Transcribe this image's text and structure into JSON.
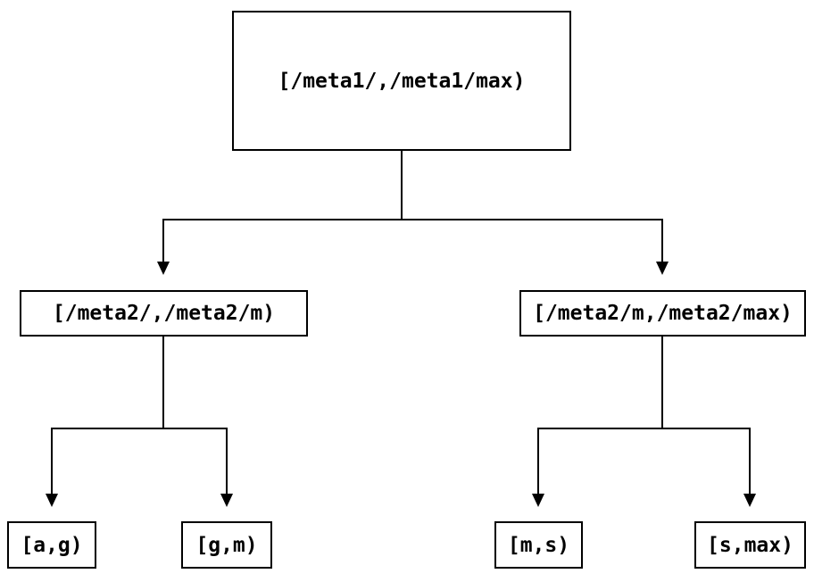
{
  "diagram": {
    "type": "tree",
    "background_color": "#ffffff",
    "line_color": "#000000",
    "text_color": "#000000",
    "nodes": {
      "root": {
        "label": "[/meta1/,/meta1/max)"
      },
      "left": {
        "label": "[/meta2/,/meta2/m)"
      },
      "right": {
        "label": "[/meta2/m,/meta2/max)"
      },
      "leaf_ag": {
        "label": "[a,g)"
      },
      "leaf_gm": {
        "label": "[g,m)"
      },
      "leaf_ms": {
        "label": "[m,s)"
      },
      "leaf_smax": {
        "label": "[s,max)"
      }
    },
    "edges": [
      {
        "from": "root",
        "to": "left"
      },
      {
        "from": "root",
        "to": "right"
      },
      {
        "from": "left",
        "to": "leaf_ag"
      },
      {
        "from": "left",
        "to": "leaf_gm"
      },
      {
        "from": "right",
        "to": "leaf_ms"
      },
      {
        "from": "right",
        "to": "leaf_smax"
      }
    ]
  }
}
